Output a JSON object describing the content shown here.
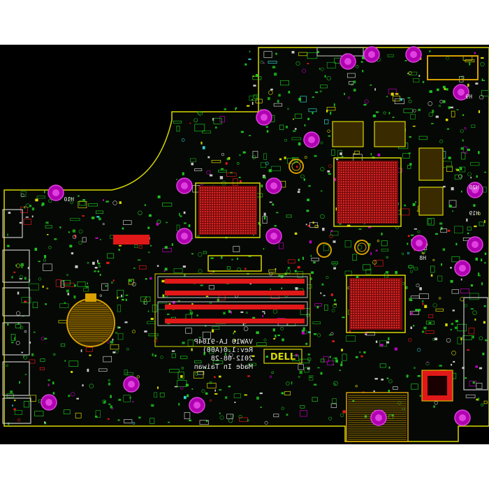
{
  "board": {
    "silkscreen_lines": [
      "VAW10 LA-9104P",
      "Rev:1.0(A00)",
      "2012-08-28",
      "Made In Taiwan"
    ],
    "hole_labels": [
      "H10",
      "H9",
      "H20",
      "H19",
      "H8"
    ],
    "logo_text": "DELL",
    "colors": {
      "background_canvas": "#000000",
      "page": "#ffffff",
      "outline": "#d8d800",
      "pads": "#e01818",
      "mount_holes": "#d000d0",
      "traces": "#20c020",
      "silkscreen": "#e8e8e8"
    }
  }
}
